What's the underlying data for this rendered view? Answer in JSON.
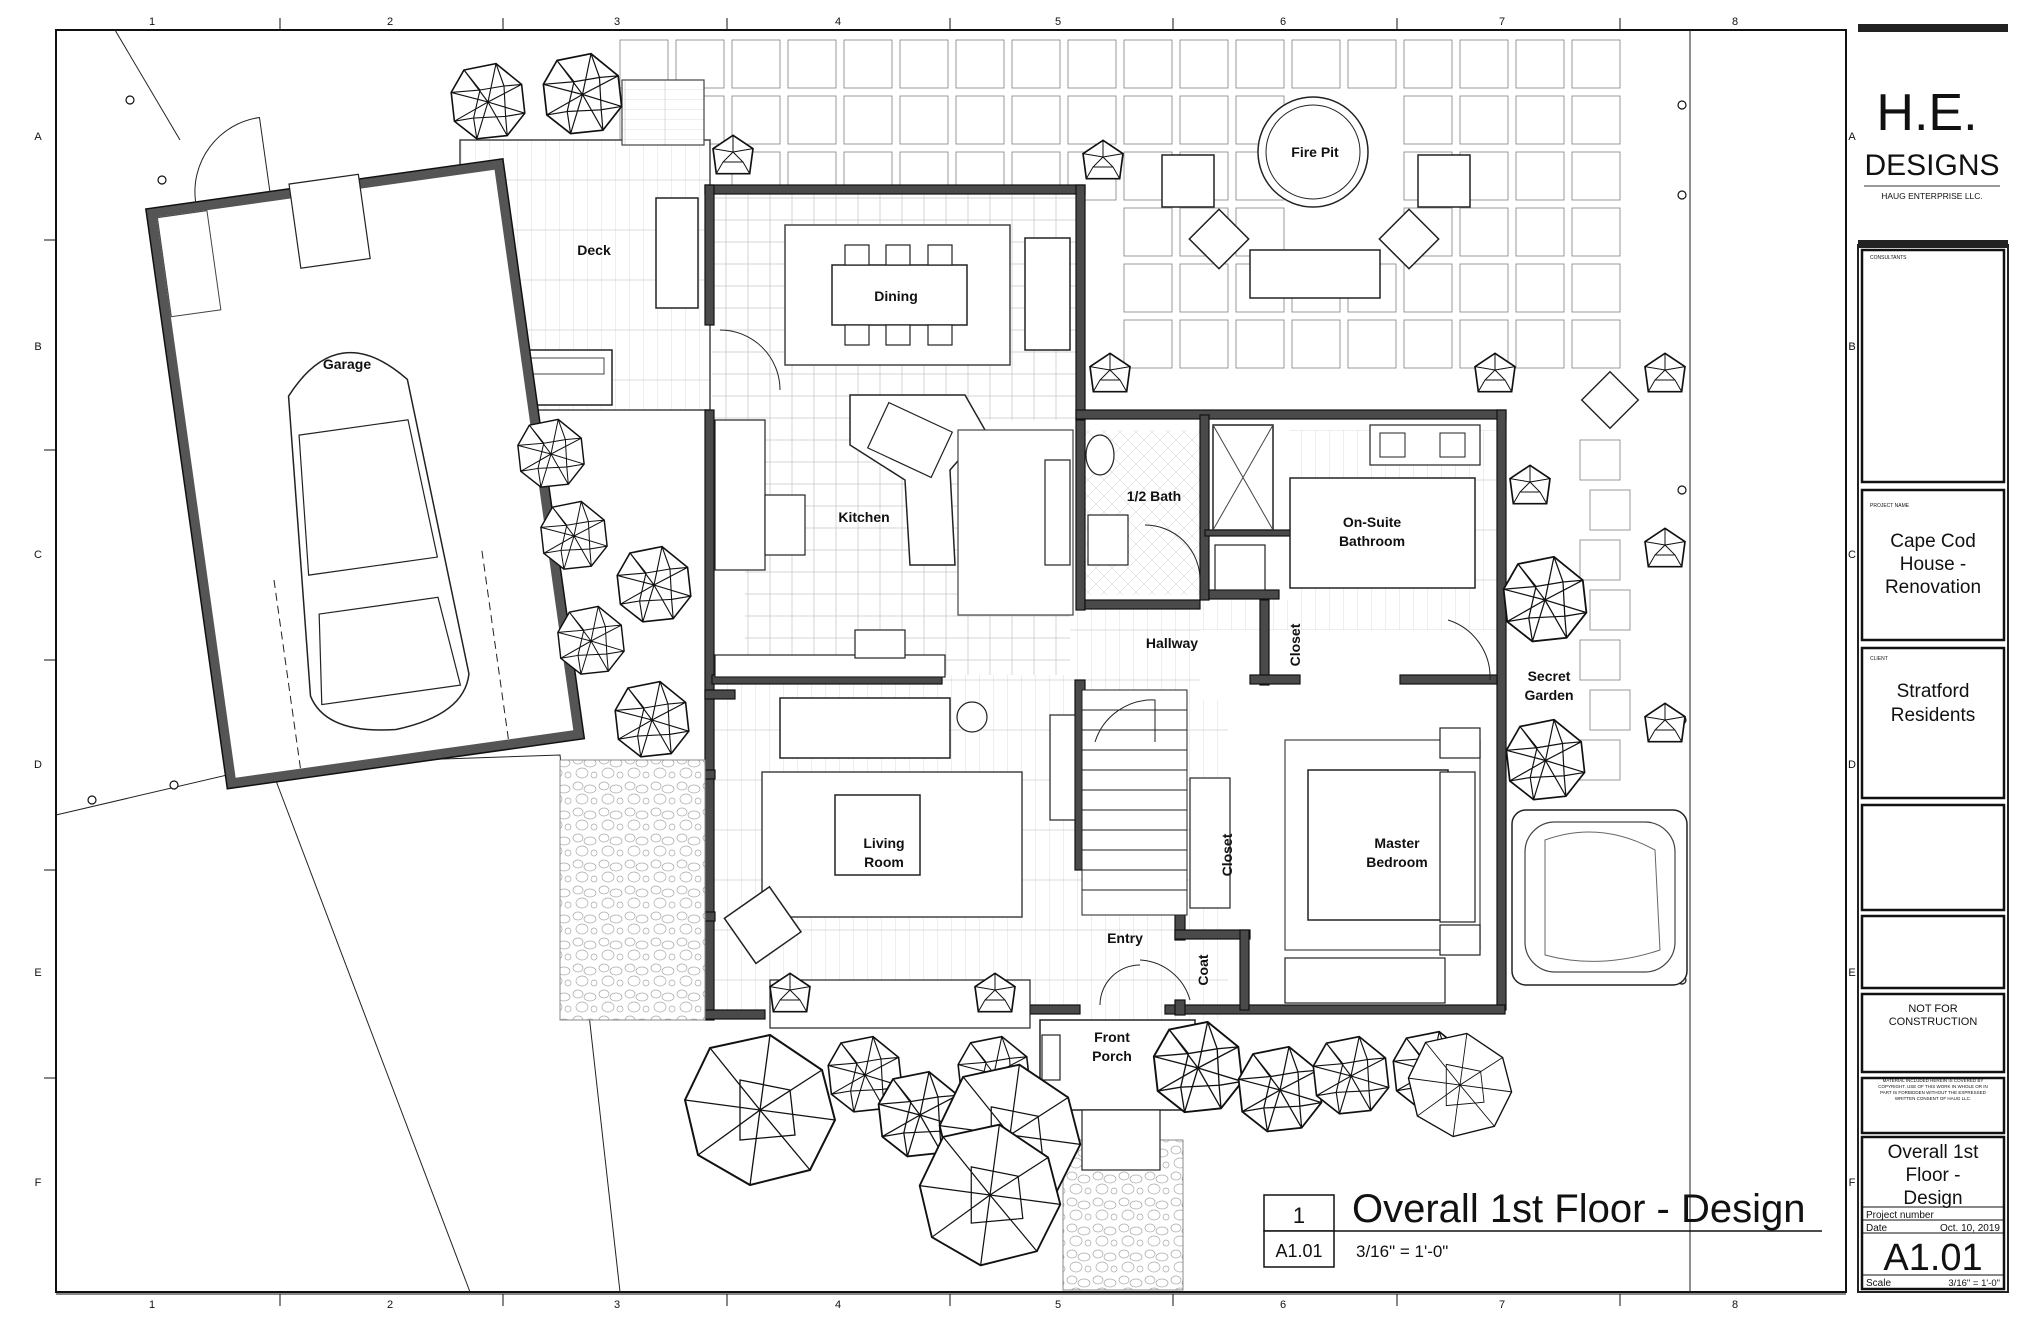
{
  "grid": {
    "columns": [
      "1",
      "2",
      "3",
      "4",
      "5",
      "6",
      "7",
      "8"
    ],
    "rows": [
      "A",
      "B",
      "C",
      "D",
      "E",
      "F"
    ]
  },
  "rooms": {
    "garage": "Garage",
    "deck": "Deck",
    "dining": "Dining",
    "kitchen": "Kitchen",
    "half_bath": "1/2 Bath",
    "hallway": "Hallway",
    "closet_hall": "Closet",
    "onsuite_1": "On-Suite",
    "onsuite_2": "Bathroom",
    "living_1": "Living",
    "living_2": "Room",
    "closet_master": "Closet",
    "master_1": "Master",
    "master_2": "Bedroom",
    "entry": "Entry",
    "coat": "Coat",
    "porch_1": "Front",
    "porch_2": "Porch",
    "secret_1": "Secret",
    "secret_2": "Garden",
    "fire_pit": "Fire Pit"
  },
  "drawing_title": {
    "number": "1",
    "title": "Overall 1st Floor - Design",
    "sheet_ref": "A1.01",
    "scale": "3/16\" = 1'-0\""
  },
  "title_block": {
    "logo_main": "H.E.",
    "logo_sub": "DESIGNS",
    "logo_company": "HAUG ENTERPRISE LLC.",
    "consultants_label": "CONSULTANTS",
    "project_name_label": "PROJECT NAME",
    "project_line1": "Cape Cod",
    "project_line2": "House -",
    "project_line3": "Renovation",
    "client_label": "CLIENT",
    "client_line1": "Stratford",
    "client_line2": "Residents",
    "notice_line1": "NOT FOR",
    "notice_line2": "CONSTRUCTION",
    "copyright_line1": "MATERIAL INCLUDED HEREIN IS COVERED BY",
    "copyright_line2": "COPYRIGHT. USE OF THIS WORK IN WHOLE OR IN",
    "copyright_line3": "PART IS FORBIDDEN WITHOUT THE EXPRESSED",
    "copyright_line4": "WRITTEN CONSENT OF HAUG LLC.",
    "sheet_title_1": "Overall 1st",
    "sheet_title_2": "Floor -",
    "sheet_title_3": "Design",
    "project_number_label": "Project number",
    "date_label": "Date",
    "date_value": "Oct. 10, 2019",
    "sheet_number": "A1.01",
    "scale_label": "Scale",
    "scale_value": "3/16\" = 1'-0\""
  }
}
